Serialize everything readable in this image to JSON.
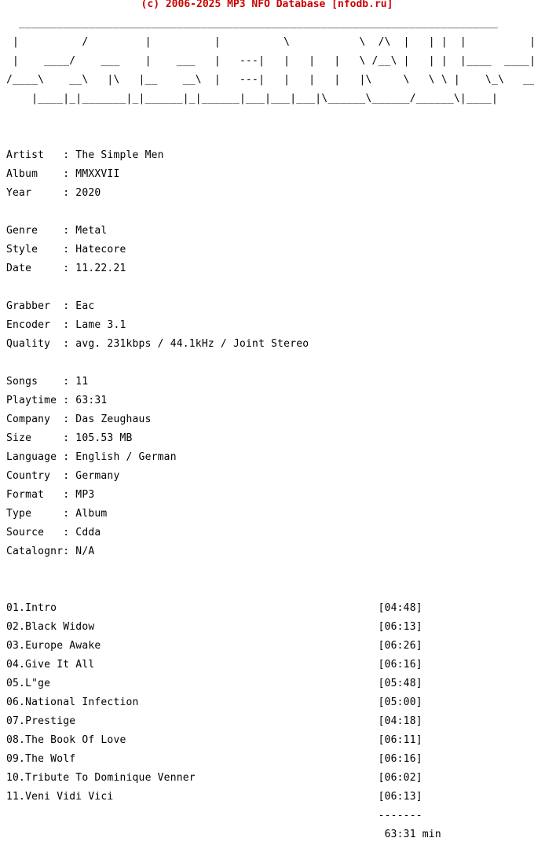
{
  "header": {
    "title": "(c) 2006-2025 MP3 NFO Database [nfodb.ru]"
  },
  "ascii_logo": [
    "  ____________________________________________________________________________",
    " |          /         |          |          \\           \\  /\\  |   | |  |          |",
    " |    ____/    ___    |    ___   |   ---|   |   |   |   \\ /__\\ |   | |  |____  ____|",
    "/____\\    __\\   |\\   |__    __\\  |   ---|   |   |   |   |\\     \\   \\ \\ |    \\_\\   ___\\",
    "    |____|_|_______|_|______|_|______|___|___|___|\\______\\______/______\\|____|"
  ],
  "info": [
    "Artist   : The Simple Men",
    "Album    : MMXXVII",
    "Year     : 2020",
    "",
    "Genre    : Metal",
    "Style    : Hatecore",
    "Date     : 11.22.21",
    "",
    "Grabber  : Eac",
    "Encoder  : Lame 3.1",
    "Quality  : avg. 231kbps / 44.1kHz / Joint Stereo",
    "",
    "Songs    : 11",
    "Playtime : 63:31",
    "Company  : Das Zeughaus",
    "Size     : 105.53 MB",
    "Language : English / German",
    "Country  : Germany",
    "Format   : MP3",
    "Type     : Album",
    "Source   : Cdda",
    "Catalognr: N/A",
    "",
    ""
  ],
  "tracks": [
    "01.Intro                                                   [04:48]",
    "02.Black Widow                                             [06:13]",
    "03.Europe Awake                                            [06:26]",
    "04.Give It All                                             [06:16]",
    "05.L\"ge                                                    [05:48]",
    "06.National Infection                                      [05:00]",
    "07.Prestige                                                [04:18]",
    "08.The Book Of Love                                        [06:11]",
    "09.The Wolf                                                [06:16]",
    "10.Tribute To Dominique Venner                             [06:02]",
    "11.Veni Vidi Vici                                          [06:13]"
  ],
  "footer": [
    "                                                           -------",
    "                                                            63:31 min"
  ]
}
